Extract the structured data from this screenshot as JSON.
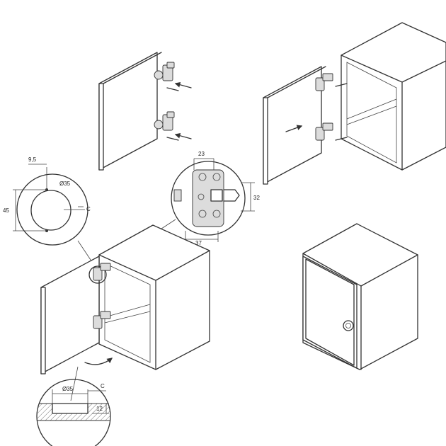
{
  "dimensions": {
    "offset_top": "9,5",
    "cup_diameter_top": "Ø35",
    "height_spacing": "45",
    "gap_top": "C",
    "plate_width": "23",
    "plate_height": "32",
    "plate_depth": "37",
    "cup_diameter_bottom": "Ø35",
    "gap_bottom": "C",
    "cup_depth": "12"
  },
  "colors": {
    "line": "#333333",
    "fill": "#ffffff",
    "shade": "#e6e6e6"
  }
}
